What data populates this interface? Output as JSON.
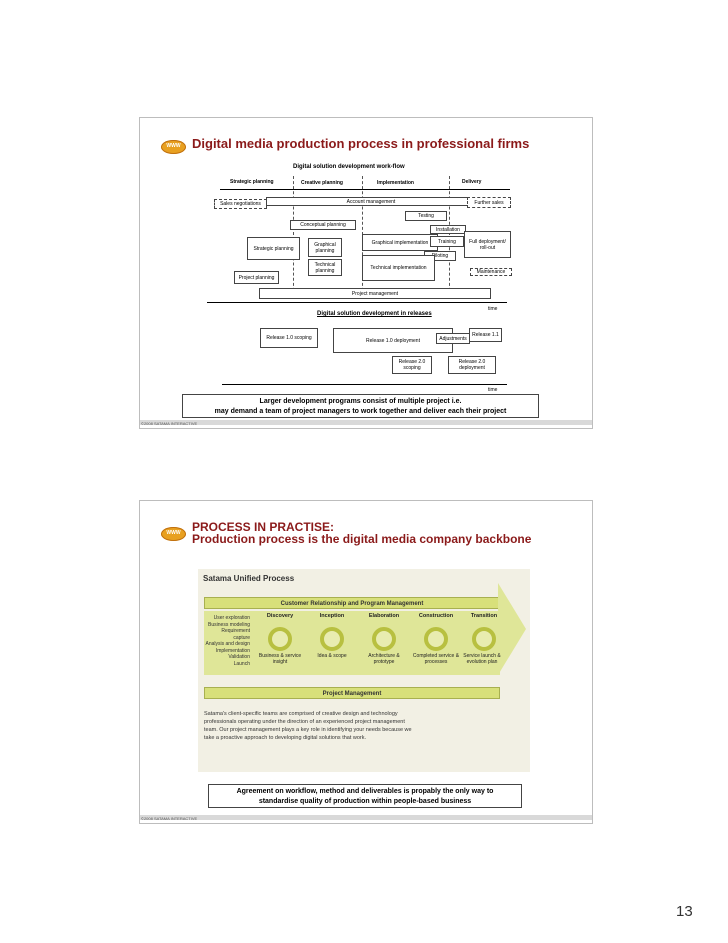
{
  "slide1": {
    "logo_text": "WWW",
    "title": "Digital media production process in professional firms",
    "workflow_title": "Digital solution development work-flow",
    "phases": [
      "Strategic planning",
      "Creative planning",
      "Implementation",
      "Delivery"
    ],
    "boxes": {
      "sales_negotiations": "Sales negotiations",
      "account_management": "Account management",
      "further_sales": "Further sales",
      "testing": "Testing",
      "conceptual_planning": "Conceptual planning",
      "installation": "Installation",
      "strategic_planning": "Strategic planning",
      "graphical_planning": "Graphical planning",
      "graphical_implementation": "Graphical implementation",
      "training": "Training",
      "full_deployment": "Full deployment/ roll-out",
      "piloting": "Piloting",
      "technical_planning": "Technical planning",
      "technical_implementation": "Technical implementation",
      "maintenance": "Maintenance",
      "project_planning": "Project planning",
      "project_management": "Project management"
    },
    "time_label_1": "time",
    "releases_title": "Digital solution development in releases",
    "releases": {
      "r10_scoping": "Release 1.0 scoping",
      "r10_deployment": "Release 1.0 deployment",
      "adjustments": "Adjustments",
      "r11": "Release 1.1",
      "r20_scoping": "Release 2.0 scoping",
      "r20_deployment": "Release 2.0 deployment"
    },
    "time_label_2": "time",
    "note_line1": "Larger development programs consist of multiple project i.e.",
    "note_line2": "may demand a team of project managers to work together and deliver each their project",
    "footer": "©2008 SATAMA INTERACTIVE"
  },
  "slide2": {
    "logo_text": "WWW",
    "title_line1": "PROCESS IN PRACTISE:",
    "title_line2": "Production process is the digital media company backbone",
    "diagram": {
      "header": "Satama Unified Process",
      "top_band": "Customer Relationship and Program Management",
      "bottom_band": "Project Management",
      "side_items": [
        "User exploration",
        "Business modeling",
        "Requirement capture",
        "Analysis and design",
        "Implementation",
        "Validation",
        "Launch"
      ],
      "phases": [
        {
          "name": "Discovery",
          "output": "Business & service insight"
        },
        {
          "name": "Inception",
          "output": "Idea & scope"
        },
        {
          "name": "Elaboration",
          "output": "Architecture & prototype"
        },
        {
          "name": "Construction",
          "output": "Completed service & processes"
        },
        {
          "name": "Transition",
          "output": "Service launch & evolution plan"
        }
      ],
      "description": "Satama's client-specific teams are comprised of creative design and technology professionals operating under the direction of an experienced project management team. Our project management plays a key role in identifying your needs because we take a proactive approach to developing digital solutions that work."
    },
    "note_line1": "Agreement on workflow, method and deliverables is propably the only way to",
    "note_line2": "standardise quality of production within people-based business",
    "footer": "©2008 SATAMA INTERACTIVE"
  },
  "page_number": "13"
}
